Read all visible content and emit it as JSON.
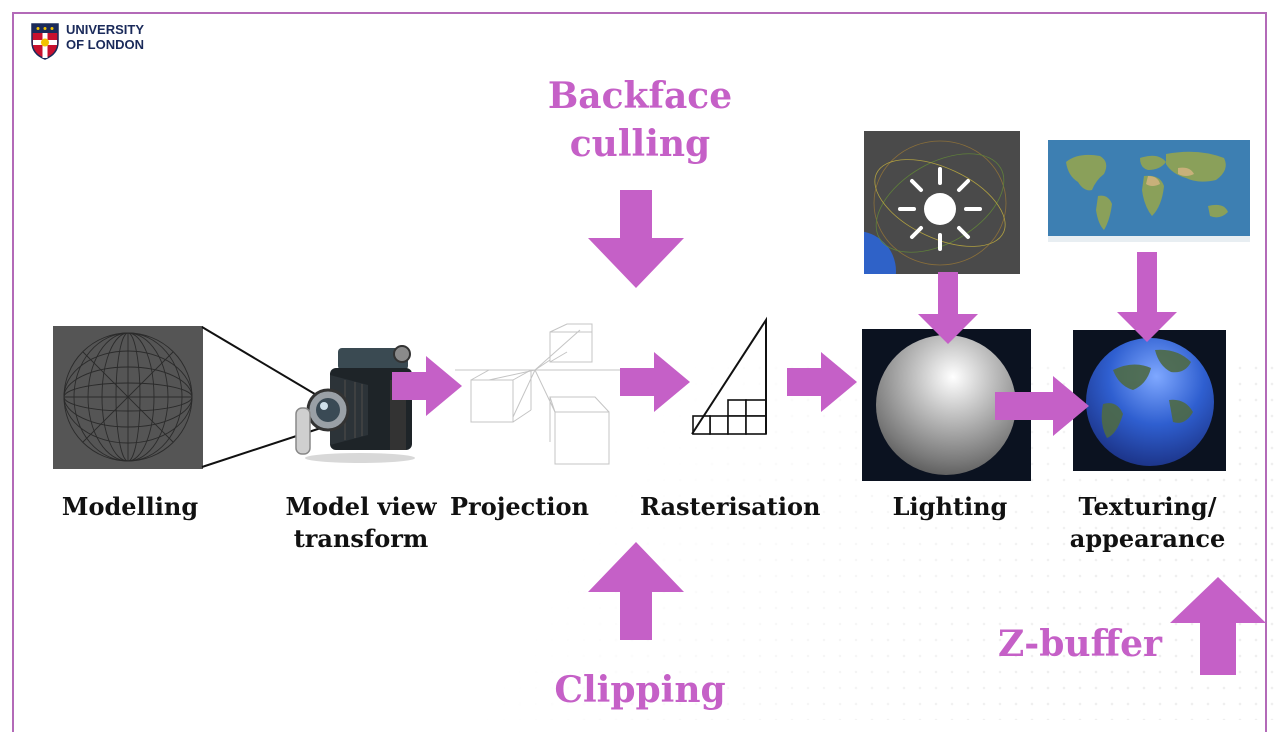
{
  "logo": {
    "line1": "UNIVERSITY",
    "line2": "OF LONDON"
  },
  "stages": {
    "modelling": "Modelling",
    "model_view_1": "Model view",
    "model_view_2": "transform",
    "projection": "Projection",
    "rasterisation": "Rasterisation",
    "lighting": "Lighting",
    "texturing_1": "Texturing/",
    "texturing_2": "appearance"
  },
  "annotations": {
    "backface_1": "Backface",
    "backface_2": "culling",
    "clipping": "Clipping",
    "zbuffer": "Z-buffer"
  },
  "colors": {
    "accent": "#c560c7",
    "frame": "#b36ab8",
    "text": "#111111"
  },
  "icons": [
    "university-crest",
    "wireframe-sphere",
    "vintage-camera",
    "perspective-boxes",
    "raster-triangle",
    "sun-icon",
    "world-map",
    "shaded-sphere",
    "textured-globe"
  ]
}
